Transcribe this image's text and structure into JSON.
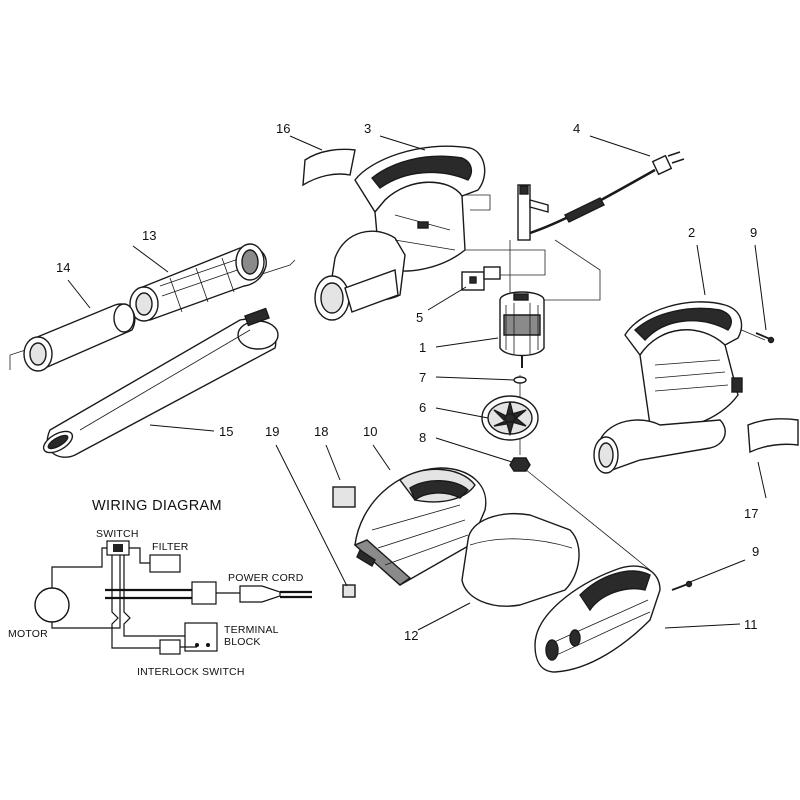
{
  "callouts": {
    "c1": "1",
    "c2": "2",
    "c3": "3",
    "c4": "4",
    "c5": "5",
    "c6": "6",
    "c7": "7",
    "c8": "8",
    "c9a": "9",
    "c9b": "9",
    "c10": "10",
    "c11": "11",
    "c12": "12",
    "c13": "13",
    "c14": "14",
    "c15": "15",
    "c16": "16",
    "c17": "17",
    "c18": "18",
    "c19": "19"
  },
  "wiring_diagram": {
    "title": "WIRING DIAGRAM",
    "switch": "SWITCH",
    "filter": "FILTER",
    "power_cord": "POWER CORD",
    "motor": "MOTOR",
    "terminal": "TERMINAL",
    "block": "BLOCK",
    "interlock_switch": "INTERLOCK SWITCH"
  }
}
